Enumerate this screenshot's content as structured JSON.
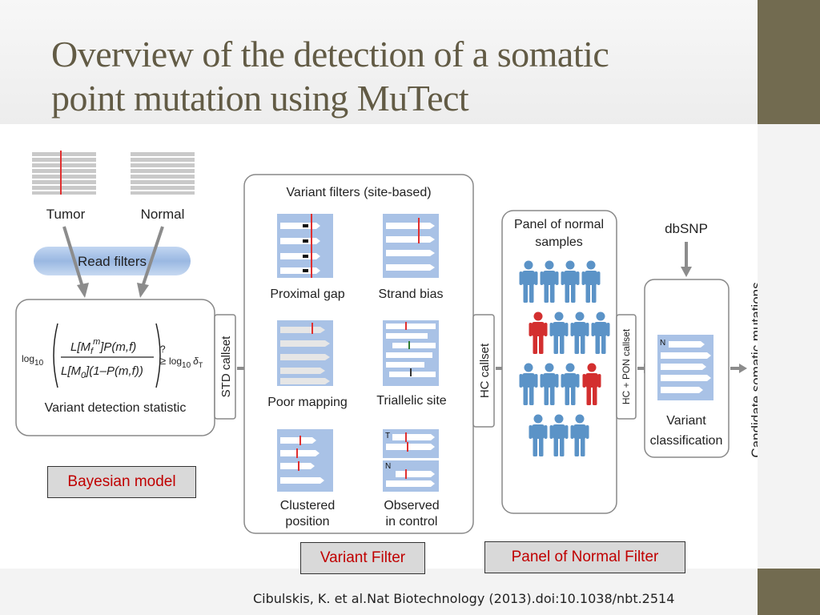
{
  "slide": {
    "title_line1": "Overview of the detection of a somatic",
    "title_line2": "point mutation using MuTect",
    "citation": "Cibulskis, K. et al.Nat Biotechnology (2013).doi:10.1038/nbt.2514",
    "accent_color": "#726b50"
  },
  "figure": {
    "tumor_label": "Tumor",
    "normal_label": "Normal",
    "read_filters_label": "Read filters",
    "statistic": {
      "log": "log",
      "base": "10",
      "numerator": "L[M",
      "numerator_sub": "f",
      "numerator_sup": "m",
      "numerator_rest": "]P(m,f)",
      "denominator": "L[M",
      "denominator_sub": "0",
      "denominator_rest": "](1–P(m,f))",
      "compare_q": "?",
      "compare_ge": "≥",
      "threshold": "log",
      "threshold_base": "10",
      "threshold_symbol": "δ",
      "threshold_sub": "T"
    },
    "variant_detection_label": "Variant detection statistic",
    "std_callset_label": "STD callset",
    "variant_filters_title": "Variant filters (site-based)",
    "filters": {
      "proximal_gap": "Proximal gap",
      "strand_bias": "Strand bias",
      "poor_mapping": "Poor mapping",
      "triallelic_site": "Triallelic site",
      "clustered_line1": "Clustered",
      "clustered_line2": "position",
      "observed_line1": "Observed",
      "observed_line2": "in control",
      "t_marker": "T",
      "n_marker": "N"
    },
    "hc_callset_label": "HC callset",
    "panel_line1": "Panel of normal",
    "panel_line2": "samples",
    "dbsnp_label": "dbSNP",
    "hc_pon_label": "HC + PON callset",
    "classification_line1": "Variant",
    "classification_line2": "classification",
    "classification_marker": "N",
    "candidate_label": "Candidate somatic mutations",
    "colors": {
      "person_normal": "#5b93c7",
      "person_flagged": "#d32f2f",
      "read_fill": "#5a86c5",
      "mutation_mark": "#e03030",
      "pill_fill": "#9ebbe3"
    }
  },
  "labels": {
    "bayesian_model": "Bayesian model",
    "variant_filter": "Variant Filter",
    "panel_of_normal_filter": "Panel of Normal Filter",
    "text_color": "#c00000"
  }
}
